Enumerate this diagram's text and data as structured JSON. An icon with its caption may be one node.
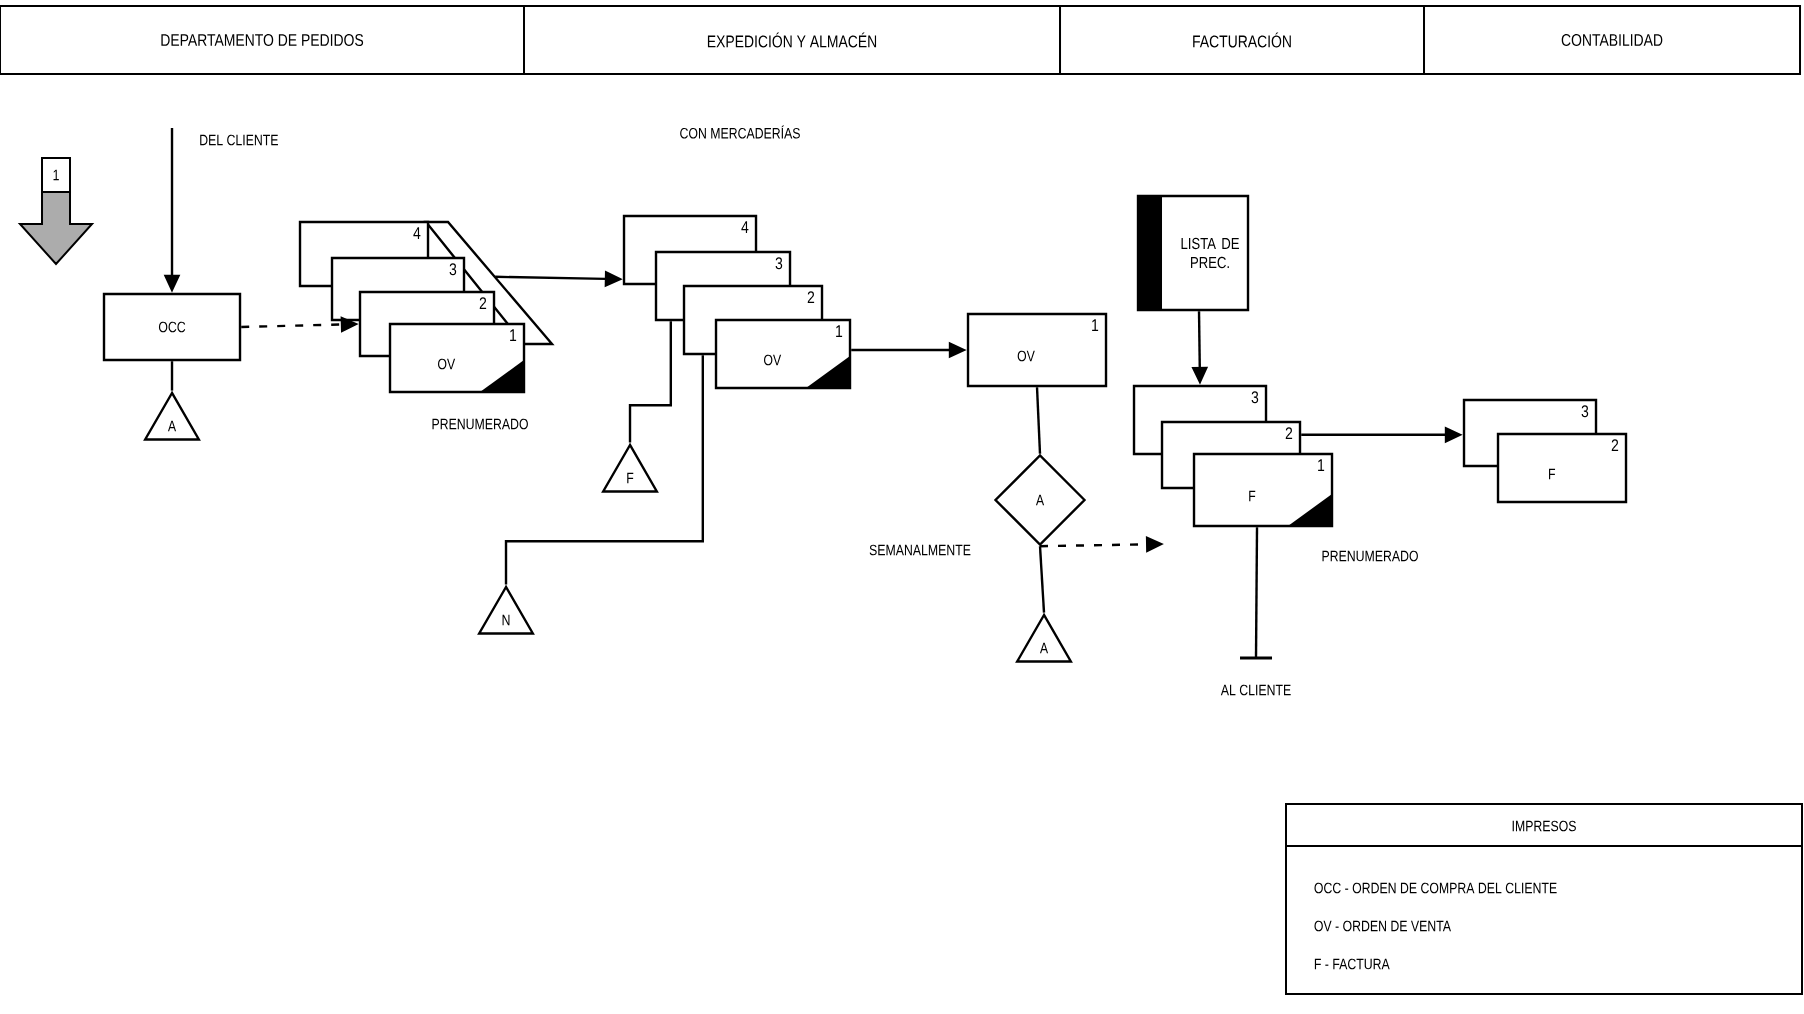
{
  "diagram": {
    "nodes": [
      {
        "text": [
          "DEPARTAMENTO DE PEDIDOS"
        ]
      },
      {
        "text": [
          "EXPEDICIÓN Y ALMACÉN"
        ]
      },
      {
        "text": [
          "FACTURACIÓN"
        ]
      },
      {
        "text": [
          "CONTABILIDAD"
        ]
      },
      {
        "text": [
          "1"
        ]
      },
      {
        "text": [
          "OCC"
        ]
      },
      {
        "text": [
          "A"
        ]
      },
      {
        "text": [
          "4"
        ]
      },
      {
        "text": [
          "3"
        ]
      },
      {
        "text": [
          "2"
        ]
      },
      {
        "text": [
          "OV",
          "1"
        ],
        "beside": [
          "PRENUMERADO"
        ]
      },
      {
        "text": [
          "4"
        ]
      },
      {
        "text": [
          "3"
        ]
      },
      {
        "text": [
          "2"
        ]
      },
      {
        "text": [
          "OV",
          "1"
        ]
      },
      {
        "text": [
          "F"
        ]
      },
      {
        "text": [
          "N"
        ]
      },
      {
        "text": [
          "OV",
          "1"
        ]
      },
      {
        "text": [
          "A"
        ]
      },
      {
        "text": [
          "A"
        ]
      },
      {
        "text": [
          "LISTA DE PREC."
        ]
      },
      {
        "text": [
          "3"
        ]
      },
      {
        "text": [
          "2"
        ]
      },
      {
        "text": [
          "F",
          "1"
        ],
        "beside": [
          "PRENUMERADO"
        ]
      },
      {
        "text": [
          "3"
        ]
      },
      {
        "text": [
          "F",
          "2"
        ]
      },
      {
        "text": [
          "IMPRESOS",
          "OCC - ORDEN DE COMPRA DEL CLIENTE",
          "OV - ORDEN DE VENTA",
          "F - FACTURA"
        ]
      }
    ],
    "edges": [
      {
        "from": null,
        "to": 5,
        "arrow": "to",
        "label": "DEL CLIENTE"
      },
      {
        "from": 5,
        "to": 6,
        "arrow": "none"
      },
      {
        "from": 5,
        "to": 9,
        "arrow": "to",
        "style": "dashed"
      },
      {
        "from": 7,
        "to": 11,
        "arrow": "to"
      },
      {
        "from": 12,
        "to": 15,
        "arrow": "none"
      },
      {
        "from": 13,
        "to": 16,
        "arrow": "none"
      },
      {
        "from": 14,
        "to": 17,
        "arrow": "to"
      },
      {
        "from": 17,
        "to": 18,
        "arrow": "none"
      },
      {
        "from": 18,
        "to": 19,
        "arrow": "none"
      },
      {
        "from": 18,
        "to": null,
        "arrow": "to",
        "style": "dashed"
      },
      {
        "from": 20,
        "to": 21,
        "arrow": "to"
      },
      {
        "from": 22,
        "to": 24,
        "arrow": "to"
      },
      {
        "from": 23,
        "to": null,
        "arrow": "none",
        "label": "AL CLIENTE"
      }
    ],
    "labels": [
      "CON MERCADERÍAS",
      "SEMANALMENTE"
    ]
  }
}
